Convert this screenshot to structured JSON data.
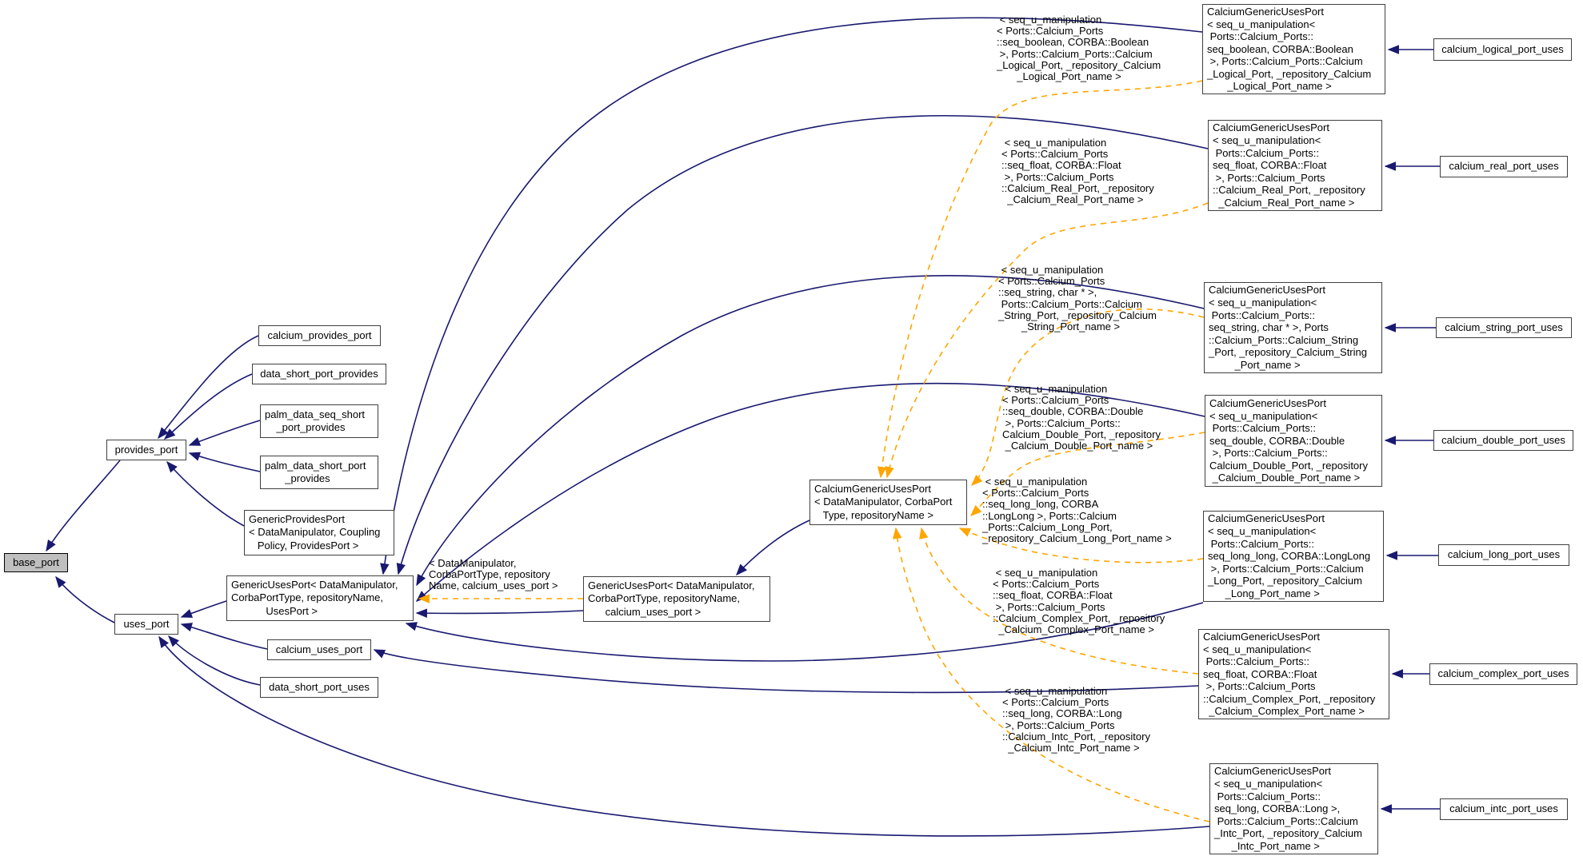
{
  "diagram": {
    "colors": {
      "inherit_edge": "#191970",
      "template_edge": "#ffa500",
      "node_border": "#404040",
      "node_fill": "#ffffff",
      "highlight_fill": "#bfbfbf",
      "text": "#000000"
    },
    "nodes": [
      {
        "id": "base-port",
        "highlight": true,
        "lines": [
          "base_port"
        ]
      },
      {
        "id": "provides-port",
        "lines": [
          "provides_port"
        ]
      },
      {
        "id": "uses-port",
        "lines": [
          "uses_port"
        ]
      },
      {
        "id": "calcium-provides-port",
        "lines": [
          "calcium_provides_port"
        ]
      },
      {
        "id": "data-short-port-provides",
        "lines": [
          "data_short_port_provides"
        ]
      },
      {
        "id": "palm-data-seq-short-port-provides",
        "lines": [
          "palm_data_seq_short",
          "    _port_provides"
        ]
      },
      {
        "id": "palm-data-short-port-provides",
        "lines": [
          "palm_data_short_port",
          "       _provides"
        ]
      },
      {
        "id": "generic-provides-port",
        "lines": [
          "GenericProvidesPort",
          "< DataManipulator, Coupling",
          "   Policy, ProvidesPort >"
        ]
      },
      {
        "id": "generic-uses-port-usesport",
        "lines": [
          "GenericUsesPort< DataManipulator,",
          "CorbaPortType, repositoryName,",
          "            UsesPort >"
        ]
      },
      {
        "id": "calcium-uses-port",
        "lines": [
          "calcium_uses_port"
        ]
      },
      {
        "id": "data-short-port-uses",
        "lines": [
          "data_short_port_uses"
        ]
      },
      {
        "id": "generic-uses-port-calcium",
        "lines": [
          "GenericUsesPort< DataManipulator,",
          "CorbaPortType, repositoryName,",
          "      calcium_uses_port >"
        ]
      },
      {
        "id": "calcium-generic-uses-port",
        "lines": [
          "CalciumGenericUsesPort",
          "< DataManipulator, CorbaPort",
          "   Type, repositoryName >"
        ]
      },
      {
        "id": "spec-logical",
        "lines": [
          "CalciumGenericUsesPort",
          "< seq_u_manipulation<",
          " Ports::Calcium_Ports::",
          "seq_boolean, CORBA::Boolean",
          " >, Ports::Calcium_Ports::Calcium",
          "_Logical_Port, _repository_Calcium",
          "       _Logical_Port_name >"
        ]
      },
      {
        "id": "spec-real",
        "lines": [
          "CalciumGenericUsesPort",
          "< seq_u_manipulation<",
          " Ports::Calcium_Ports::",
          "seq_float, CORBA::Float",
          " >, Ports::Calcium_Ports",
          "::Calcium_Real_Port, _repository",
          "  _Calcium_Real_Port_name >"
        ]
      },
      {
        "id": "spec-string",
        "lines": [
          "CalciumGenericUsesPort",
          "< seq_u_manipulation<",
          " Ports::Calcium_Ports::",
          "seq_string, char * >, Ports",
          "::Calcium_Ports::Calcium_String",
          "_Port, _repository_Calcium_String",
          "         _Port_name >"
        ]
      },
      {
        "id": "spec-double",
        "lines": [
          "CalciumGenericUsesPort",
          "< seq_u_manipulation<",
          " Ports::Calcium_Ports::",
          "seq_double, CORBA::Double",
          " >, Ports::Calcium_Ports::",
          "Calcium_Double_Port, _repository",
          " _Calcium_Double_Port_name >"
        ]
      },
      {
        "id": "spec-long",
        "lines": [
          "CalciumGenericUsesPort",
          "< seq_u_manipulation<",
          " Ports::Calcium_Ports::",
          "seq_long_long, CORBA::LongLong",
          " >, Ports::Calcium_Ports::Calcium",
          "_Long_Port, _repository_Calcium",
          "      _Long_Port_name >"
        ]
      },
      {
        "id": "spec-complex",
        "lines": [
          "CalciumGenericUsesPort",
          "< seq_u_manipulation<",
          " Ports::Calcium_Ports::",
          "seq_float, CORBA::Float",
          " >, Ports::Calcium_Ports",
          "::Calcium_Complex_Port, _repository",
          "  _Calcium_Complex_Port_name >"
        ]
      },
      {
        "id": "spec-intc",
        "lines": [
          "CalciumGenericUsesPort",
          "< seq_u_manipulation<",
          " Ports::Calcium_Ports::",
          "seq_long, CORBA::Long >,",
          " Ports::Calcium_Ports::Calcium",
          "_Intc_Port, _repository_Calcium",
          "      _Intc_Port_name >"
        ]
      },
      {
        "id": "calcium-logical-port-uses",
        "lines": [
          "calcium_logical_port_uses"
        ]
      },
      {
        "id": "calcium-real-port-uses",
        "lines": [
          "calcium_real_port_uses"
        ]
      },
      {
        "id": "calcium-string-port-uses",
        "lines": [
          "calcium_string_port_uses"
        ]
      },
      {
        "id": "calcium-double-port-uses",
        "lines": [
          "calcium_double_port_uses"
        ]
      },
      {
        "id": "calcium-long-port-uses",
        "lines": [
          "calcium_long_port_uses"
        ]
      },
      {
        "id": "calcium-complex-port-uses",
        "lines": [
          "calcium_complex_port_uses"
        ]
      },
      {
        "id": "calcium-intc-port-uses",
        "lines": [
          "calcium_intc_port_uses"
        ]
      }
    ],
    "edge_labels": [
      {
        "id": "inst-generic",
        "lines": [
          "< DataManipulator,",
          "CorbaPortType, repository",
          "Name, calcium_uses_port >"
        ]
      },
      {
        "id": "inst-logical",
        "lines": [
          " < seq_u_manipulation",
          "< Ports::Calcium_Ports",
          "::seq_boolean, CORBA::Boolean",
          " >, Ports::Calcium_Ports::Calcium",
          "_Logical_Port, _repository_Calcium",
          "       _Logical_Port_name >"
        ]
      },
      {
        "id": "inst-real",
        "lines": [
          " < seq_u_manipulation",
          "< Ports::Calcium_Ports",
          "::seq_float, CORBA::Float",
          " >, Ports::Calcium_Ports",
          "::Calcium_Real_Port, _repository",
          "  _Calcium_Real_Port_name >"
        ]
      },
      {
        "id": "inst-string",
        "lines": [
          " < seq_u_manipulation",
          "< Ports::Calcium_Ports",
          "::seq_string, char * >,",
          " Ports::Calcium_Ports::Calcium",
          "_String_Port, _repository_Calcium",
          "        _String_Port_name >"
        ]
      },
      {
        "id": "inst-double",
        "lines": [
          " < seq_u_manipulation",
          "< Ports::Calcium_Ports",
          "::seq_double, CORBA::Double",
          " >, Ports::Calcium_Ports::",
          "Calcium_Double_Port, _repository",
          " _Calcium_Double_Port_name >"
        ]
      },
      {
        "id": "inst-long",
        "lines": [
          " < seq_u_manipulation",
          "< Ports::Calcium_Ports",
          "::seq_long_long, CORBA",
          "::LongLong >, Ports::Calcium",
          "_Ports::Calcium_Long_Port,",
          "_repository_Calcium_Long_Port_name >"
        ]
      },
      {
        "id": "inst-complex",
        "lines": [
          " < seq_u_manipulation",
          "< Ports::Calcium_Ports",
          "::seq_float, CORBA::Float",
          " >, Ports::Calcium_Ports",
          "::Calcium_Complex_Port, _repository",
          "  _Calcium_Complex_Port_name >"
        ]
      },
      {
        "id": "inst-intc",
        "lines": [
          " < seq_u_manipulation",
          "< Ports::Calcium_Ports",
          "::seq_long, CORBA::Long",
          " >, Ports::Calcium_Ports",
          "::Calcium_Intc_Port, _repository",
          "  _Calcium_Intc_Port_name >"
        ]
      }
    ]
  }
}
